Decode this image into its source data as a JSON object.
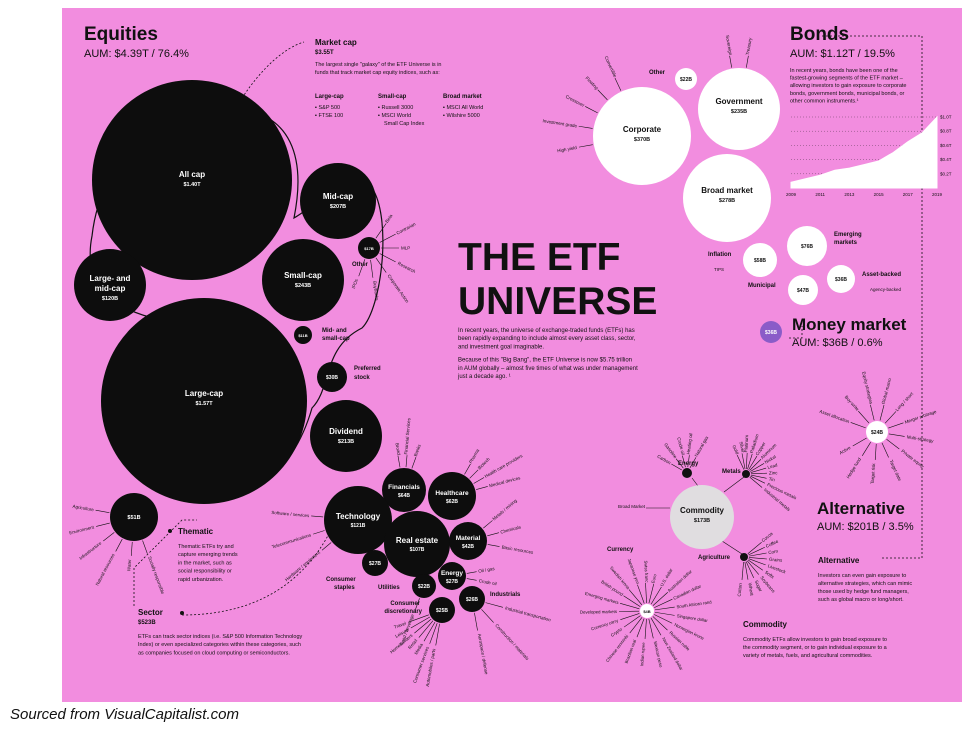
{
  "colors": {
    "background": "#f28ddf",
    "black_bubble": "#0d0d0d",
    "white_bubble": "#ffffff",
    "money_market": "#8a5cc8",
    "commodity_bubble": "#e0dde0"
  },
  "title": {
    "line1": "THE ETF",
    "line2": "UNIVERSE"
  },
  "intro": [
    "In recent years, the universe of exchange-traded funds (ETFs) has",
    "been rapidly expanding to include almost every asset class, sector,",
    "and investment goal imaginable.",
    "Because of this \"Big Bang\", the ETF Universe is now $5.75 trillion",
    "in AUM globally – almost five times of what was under management",
    "just a decade ago. ¹"
  ],
  "equities": {
    "heading": "Equities",
    "aum": "AUM: $4.39T / 76.4%",
    "market_cap": {
      "label": "Market cap",
      "value": "$3.55T",
      "desc": [
        "The largest single \"galaxy\" of the ETF Universe is in",
        "funds that track market cap equity indices, such as:"
      ],
      "columns": [
        {
          "head": "Large-cap",
          "items": [
            "S&P 500",
            "FTSE 100"
          ]
        },
        {
          "head": "Small-cap",
          "items": [
            "Russell 3000",
            "MSCI World",
            "Small Cap Index"
          ]
        },
        {
          "head": "Broad market",
          "items": [
            "MSCI All World",
            "Wilshire 5000"
          ]
        }
      ]
    },
    "bubbles": {
      "all_cap": {
        "name": "All cap",
        "value": "$1.40T"
      },
      "large_and_mid": {
        "name1": "Large- and",
        "name2": "mid-cap",
        "value": "$120B"
      },
      "large_cap": {
        "name": "Large-cap",
        "value": "$1.57T"
      },
      "mid_cap": {
        "name": "Mid-cap",
        "value": "$207B"
      },
      "small_cap": {
        "name": "Small-cap",
        "value": "$243B"
      },
      "other": {
        "value": "$17B",
        "label": "Other",
        "spokes": [
          "Beta",
          "Contrarian",
          "MLP",
          "Research",
          "Corporate Action",
          "Buybacks",
          "IPOs"
        ]
      },
      "mid_small": {
        "value": "$11B",
        "label1": "Mid- and",
        "label2": "small-cap"
      },
      "preferred": {
        "value": "$30B",
        "label1": "Preferred",
        "label2": "stock"
      },
      "dividend": {
        "name": "Dividend",
        "value": "$213B"
      }
    },
    "thematic": {
      "value": "$51B",
      "label": "Thematic",
      "spokes": [
        "Agriculture",
        "Environment",
        "Infrastructure",
        "Natural resources",
        "Water",
        "Socially responsible"
      ],
      "desc": [
        "Thematic ETFs try and",
        "capture emerging trends",
        "in the market, such as",
        "social responsibility or",
        "rapid urbanization."
      ]
    },
    "sector": {
      "label": "Sector",
      "value": "$523B",
      "desc": [
        "ETFs can track sector indices (i.e. S&P 500 Information Technology",
        "Index) or even specialized categories within these categories, such",
        "as companies focused on cloud computing or semiconductors."
      ],
      "bubbles": [
        {
          "name": "Financials",
          "value": "$64B"
        },
        {
          "name": "Healthcare",
          "value": "$62B"
        },
        {
          "name": "Technology",
          "value": "$121B"
        },
        {
          "name": "Real estate",
          "value": "$107B"
        },
        {
          "name": "Material",
          "value": "$42B"
        },
        {
          "name": "Energy",
          "value": "$27B"
        },
        {
          "value": "$27B",
          "label": "Utilities"
        },
        {
          "value": "$22B",
          "label1": "Consumer",
          "label2": "staples"
        },
        {
          "value": "$25B",
          "label1": "Consumer",
          "label2": "discretionary"
        },
        {
          "value": "$26B",
          "label": "Industrials"
        }
      ],
      "spokes": {
        "financials": [
          "Broad",
          "Financial Services",
          "Banks"
        ],
        "healthcare": [
          "Pharma",
          "Biotech",
          "Health care providers",
          "Medical devices"
        ],
        "material": [
          "Metals / mining",
          "Chemicals",
          "Basic resources"
        ],
        "energy": [
          "Oil / gas",
          "Crude oil"
        ],
        "technology": [
          "Hardware / equipment",
          "Telecommunications",
          "Software / services"
        ],
        "industrials": [
          "Industrial transportation",
          "Construction / materials",
          "Aerospace / defense"
        ],
        "discretionary": [
          "Automobiles / parts",
          "Consumer services",
          "Media",
          "Retail",
          "Homebuilders",
          "Leisure",
          "Travel"
        ],
        "staples": [
          "Food / beverage"
        ]
      }
    }
  },
  "bonds": {
    "heading": "Bonds",
    "aum": "AUM: $1.12T / 19.5%",
    "desc": [
      "In recent years, bonds have been one of the",
      "fastest-growing segments of the ETF market –",
      "allowing investors to gain exposure to corporate",
      "bonds, government bonds, municipal bonds, or",
      "other common instruments.¹"
    ],
    "bubbles": {
      "corporate": {
        "name": "Corporate",
        "value": "$370B"
      },
      "government": {
        "name": "Government",
        "value": "$235B"
      },
      "broad_market": {
        "name": "Broad market",
        "value": "$278B"
      },
      "other": {
        "label": "Other",
        "value": "$22B"
      },
      "inflation": {
        "label": "Inflation",
        "value": "$58B",
        "sub": "TIPS"
      },
      "emerging": {
        "value": "$76B",
        "label1": "Emerging",
        "label2": "markets"
      },
      "municipal": {
        "label": "Municipal",
        "value": "$47B"
      },
      "asset_backed": {
        "value": "$36B",
        "label": "Asset-backed",
        "sub": "Agency-backed"
      }
    },
    "corporate_spokes": [
      "Convertible",
      "Floating",
      "Crossover",
      "Investment grade",
      "High yield"
    ],
    "government_spokes": [
      "Sovereign",
      "Treasury"
    ]
  },
  "chart_data": {
    "type": "area",
    "title": "",
    "x": [
      2009,
      2010,
      2011,
      2012,
      2013,
      2014,
      2015,
      2016,
      2017,
      2018,
      2019
    ],
    "x_tick_labels": [
      "2009",
      "2011",
      "2013",
      "2015",
      "2017",
      "2019"
    ],
    "series": [
      {
        "values": [
          0.08,
          0.13,
          0.18,
          0.25,
          0.28,
          0.33,
          0.38,
          0.5,
          0.65,
          0.78,
          1.0
        ]
      }
    ],
    "y_tick_labels": [
      "$1.0T",
      "$0.8T",
      "$0.6T",
      "$0.4T",
      "$0.2T"
    ],
    "ylim": [
      0,
      1.0
    ],
    "xlabel": "",
    "ylabel": "",
    "grid": true
  },
  "money_market": {
    "heading": "Money market",
    "aum": "AUM: $36B / 0.6%",
    "value": "$36B"
  },
  "alternative": {
    "heading": "Alternative",
    "aum": "AUM: $201B / 3.5%",
    "alt_bubble": {
      "value": "$24B",
      "spokes": [
        "Asset allocation",
        "Buy-write",
        "Equity strategies",
        "Global macro",
        "Long / short",
        "Merger arbitrage",
        "Multi-strategy",
        "Private equity",
        "Target date",
        "Target risk",
        "Hedge fund",
        "Active"
      ]
    },
    "commodity": {
      "name": "Commodity",
      "value": "$173B",
      "energy": {
        "label": "Energy",
        "spokes": [
          "Carbon",
          "Gasoline",
          "Crude oil",
          "Heating oil",
          "Natural gas"
        ]
      },
      "metals": {
        "label": "Metals",
        "spokes": [
          "Gold",
          "Silver",
          "Platinum",
          "Palladium",
          "Copper",
          "Aluminum",
          "Nickel",
          "Lead",
          "Zinc",
          "Tin",
          "Precious metals",
          "Industrial metals"
        ]
      },
      "agriculture": {
        "label": "Agriculture",
        "spokes": [
          "Cocoa",
          "Coffee",
          "Corn",
          "Grains",
          "Livestock",
          "Softs",
          "Soybeans",
          "Sugar",
          "Wheat",
          "Cotton"
        ]
      },
      "broad_market": "Broad Market"
    },
    "currency": {
      "label": "Currency",
      "value": "$4B",
      "spokes": [
        "Japanese yen",
        "Swiss franc",
        "Euro",
        "U.S. dollar",
        "Australian dollar",
        "Canadian dollar",
        "South African rand",
        "Singapore dollar",
        "Norwegian krone",
        "Russian ruble",
        "New Zealand dollar",
        "Mexican peso",
        "Indian rupee",
        "Brazilian real",
        "Chinese renminbi",
        "Crypto",
        "Currency carry",
        "Developed markets",
        "Emerging markets",
        "British pound",
        "Swedish krona"
      ]
    },
    "alt_text": {
      "label": "Alternative",
      "desc": [
        "Investors can even gain exposure to",
        "alternative strategies, which can mimic",
        "those used by hedge fund managers,",
        "such as global macro or long/short."
      ]
    },
    "commodity_text": {
      "label": "Commodity",
      "desc": [
        "Commodity ETFs allow investors to gain broad exposure to",
        "the commodity segment, or to gain individual exposure to a",
        "variety of metals, fuels, and agricultural commodities."
      ]
    }
  },
  "source": "Sourced from VisualCapitalist.com"
}
